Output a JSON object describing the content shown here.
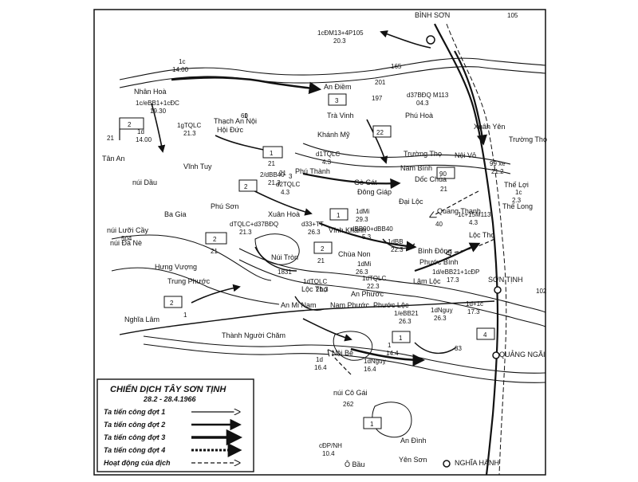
{
  "places": {
    "binh_son": "BÌNH SƠN",
    "nhan_hoa": "Nhân Hoà",
    "an_diem": "An Điềm",
    "thach_an_noi": "Thạch An Nội",
    "hoi_duc": "Hội Đức",
    "tra_vinh": "Trà Vinh",
    "phu_hoa": "Phú Hoà",
    "xuan_yen": "Xuân Yên",
    "truong_tho": "Trường Thọ",
    "truong_tho_2": "Trường Thọ",
    "khanh_my": "Khánh Mỹ",
    "tan_an": "Tân An",
    "vinh_tuy": "Vĩnh Tuy",
    "nui_dau": "núi Dầu",
    "phu_thanh": "Phú Thành",
    "nam_binh": "Nam Bình",
    "noi_vo": "Nội Vỏ",
    "go_cat": "Gò Cát",
    "dong_giap": "Đông Giáp",
    "doc_chua": "Dốc Chùa",
    "the_loi": "Thế Lợi",
    "dai_loc": "Đại Lộc",
    "quang_thanh": "Quang Thạnh",
    "the_long": "Thế Long",
    "phu_son": "Phú Sơn",
    "xuan_hoa": "Xuân Hoà",
    "ba_gia": "Ba Gia",
    "nui_luoi_cay": "núi Lưỡi Cầy",
    "nui_da_ne": "núi Đá Nè",
    "vinh_khanh": "Vĩnh Khánh",
    "loc_tho": "Lộc Thọ",
    "nui_tron": "Núi Tròn",
    "hung_vuong": "Hưng Vượng",
    "chua_non": "Chùa Non",
    "binh_dong": "Bình Đông",
    "phuoc_binh": "Phước Bình",
    "trung_phuoc": "Trung Phước",
    "lam_loc": "Lâm Lộc",
    "son_tinh": "SƠN TỊNH",
    "loc_tho_2": "Lộc Thọ",
    "an_phuoc": "An Phước",
    "an_mi_nam": "An Mi Nam",
    "nam_phuoc": "Nam Phước",
    "phuoc_loc": "Phước Lộc",
    "nghia_lam": "Nghĩa Lâm",
    "thanh_nguoi_cham": "Thành Người Chăm",
    "noi_be": "Nội Bè",
    "quang_ngai": "QUẢNG NGÃI",
    "nui_co_gai": "núi Cô Gái",
    "an_dinh": "An Đình",
    "yen_son": "Yên Sơn",
    "o_bau": "Ô Bầu",
    "nghia_hanh": "NGHĨA HÀNH"
  },
  "elevations": {
    "e105a": "105",
    "e165": "165",
    "e201": "201",
    "e197": "197",
    "e504": "504",
    "e102": "102",
    "e262": "262",
    "e33": "33",
    "e60": "60"
  },
  "units": {
    "u1": "1cĐM13+4P105",
    "u1b": "20.3",
    "u2": "1c",
    "u2b": "14.00",
    "u3": "1c/eBB1+1cĐC",
    "u3b": "19.30",
    "u4": "1gTQLC",
    "u4b": "21.3",
    "u5": "1d",
    "u5b": "14.00",
    "u6": "d37BĐQ M113",
    "u6b": "04.3",
    "u7": "d1TQLC",
    "u7b": "4.3",
    "u8": "99 xe",
    "u8b": "21.2",
    "u9": "2/dBB40",
    "u9b": "21.3",
    "u10": "d2TQLC",
    "u10b": "4.3",
    "u11": "1c",
    "u11b": "2.3",
    "u12": "d33+TT",
    "u12b": "26.3",
    "u13": "1dMi",
    "u13b": "29.3",
    "u14": "dTQLC+d37BĐQ",
    "u14b": "21.3",
    "u15": "dBB90+dBB40",
    "u15b": "5.3",
    "u16": "1c+15M113",
    "u16b": "4.3",
    "u17": "1dBB",
    "u17b": "22.3",
    "u18": "1dMi",
    "u18b": "26.3",
    "u19": "1dTQLC",
    "u19b": "21.3",
    "u20": "1dTQLC",
    "u20b": "22.3",
    "u21": "1d/eBB21+1cĐP",
    "u21b": "17.3",
    "u22": "1d+1c",
    "u22b": "17.3",
    "u23": "1dNguỵ",
    "u23b": "26.3",
    "u24": "1/eBB21",
    "u24b": "26.3",
    "u25": "1d",
    "u25b": "16.4",
    "u26": "1dNguỵ",
    "u26b": "16.4",
    "u27": "cĐP/NH",
    "u27b": "10.4",
    "u28": "1",
    "u28b": "14.4",
    "u29": "1831"
  },
  "flags": {
    "f2a": "2",
    "f21a": "21",
    "f1a": "1",
    "f21b": "21",
    "f22": "22",
    "f3": "3",
    "f21c": "21",
    "f1b": "1",
    "f90": "90",
    "f2b": "2",
    "f21d": "21",
    "f2c": "2",
    "f21e": "21",
    "f1c": "1",
    "f2d": "2",
    "f21f": "21",
    "f1d": "1",
    "f2e": "2",
    "f1e": "1",
    "f4": "4",
    "f1f": "1",
    "f3b": "3",
    "f40": "40"
  },
  "legend": {
    "title": "CHIẾN DỊCH TÂY SƠN TỊNH",
    "dates": "28.2 - 28.4.1966",
    "items": [
      {
        "label": "Ta tiến công đợt 1",
        "style": "open"
      },
      {
        "label": "Ta tiến công đợt 2",
        "style": "barbed"
      },
      {
        "label": "Ta tiến công đợt 3",
        "style": "solid"
      },
      {
        "label": "Ta tiến công đợt 4",
        "style": "hatched"
      },
      {
        "label": "Hoạt động của địch",
        "style": "enemy"
      }
    ]
  },
  "colors": {
    "ink": "#111111",
    "paper": "#ffffff"
  }
}
